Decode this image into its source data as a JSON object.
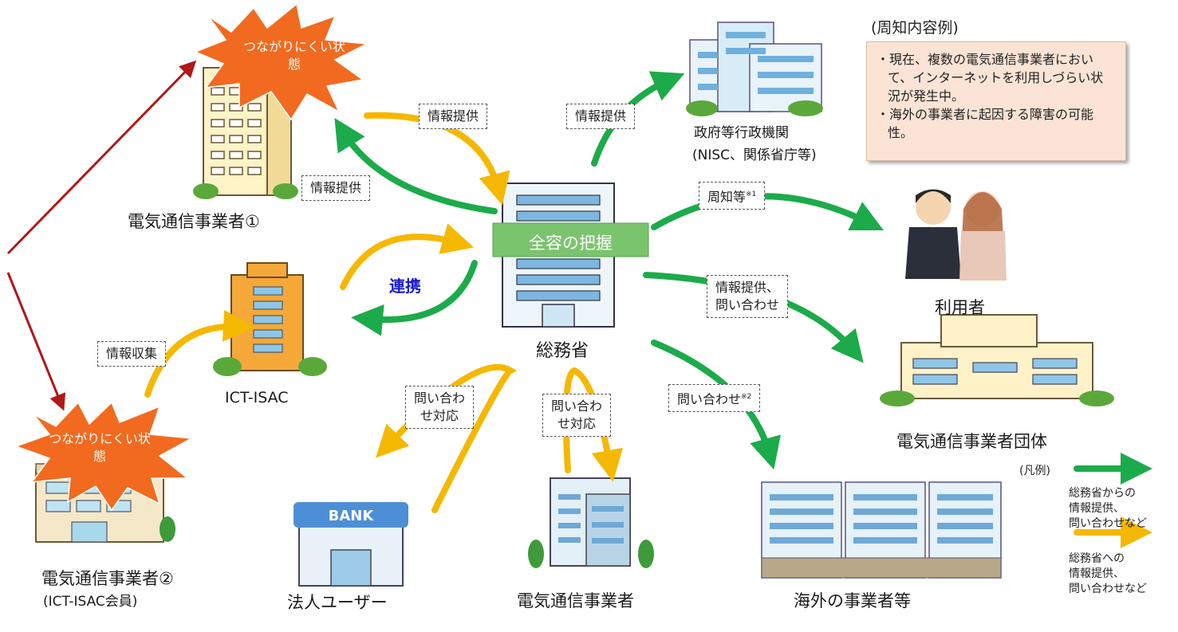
{
  "title": "",
  "colors": {
    "to_ministry_arrow": "#f5b800",
    "from_ministry_arrow": "#1cab4a",
    "attack_arrow": "#b01818",
    "burst": "#f26a1f",
    "grasp_banner": "#7bc46e",
    "note_bg": "#fbe4d5",
    "renkei": "#1a1acc"
  },
  "nodes": {
    "carrier1": {
      "name": "電気通信事業者①",
      "burst": "つながりにくい状態"
    },
    "carrier2": {
      "name": "電気通信事業者②",
      "sub": "(ICT-ISAC会員)",
      "burst": "つながりにくい状態"
    },
    "ict_isac": {
      "name": "ICT-ISAC"
    },
    "ministry": {
      "name": "総務省",
      "banner": "全容の把握"
    },
    "government": {
      "name": "政府等行政機関",
      "sub": "(NISC、関係省庁等)"
    },
    "users": {
      "name": "利用者"
    },
    "association": {
      "name": "電気通信事業者団体"
    },
    "overseas": {
      "name": "海外の事業者等"
    },
    "carriers": {
      "name": "電気通信事業者"
    },
    "corporate": {
      "name": "法人ユーザー",
      "bank_sign": "BANK"
    }
  },
  "edges": {
    "info_provide_c1_in": "情報提供",
    "info_provide_gov": "情報提供",
    "info_provide_c1_out": "情報提供",
    "notice_users": "周知等",
    "notice_mark": "※1",
    "info_assoc_l1": "情報提供、",
    "info_assoc_l2": "問い合わせ",
    "inquiry_overseas": "問い合わせ",
    "inquiry_mark": "※2",
    "renkei": "連携",
    "info_collect": "情報収集",
    "inquiry_corp_l1": "問い合わ",
    "inquiry_corp_l2": "せ対応",
    "inquiry_carriers_l1": "問い合わ",
    "inquiry_carriers_l2": "せ対応"
  },
  "note": {
    "heading": "(周知内容例)",
    "items": [
      "・現在、複数の電気通信事業者において、インターネットを利用しづらい状況が発生中。",
      "・海外の事業者に起因する障害の可能性。"
    ]
  },
  "legend": {
    "label": "(凡例)",
    "green_text": [
      "総務省からの",
      "情報提供、",
      "問い合わせなど"
    ],
    "yellow_text": [
      "総務省への",
      "情報提供、",
      "問い合わせなど"
    ]
  }
}
